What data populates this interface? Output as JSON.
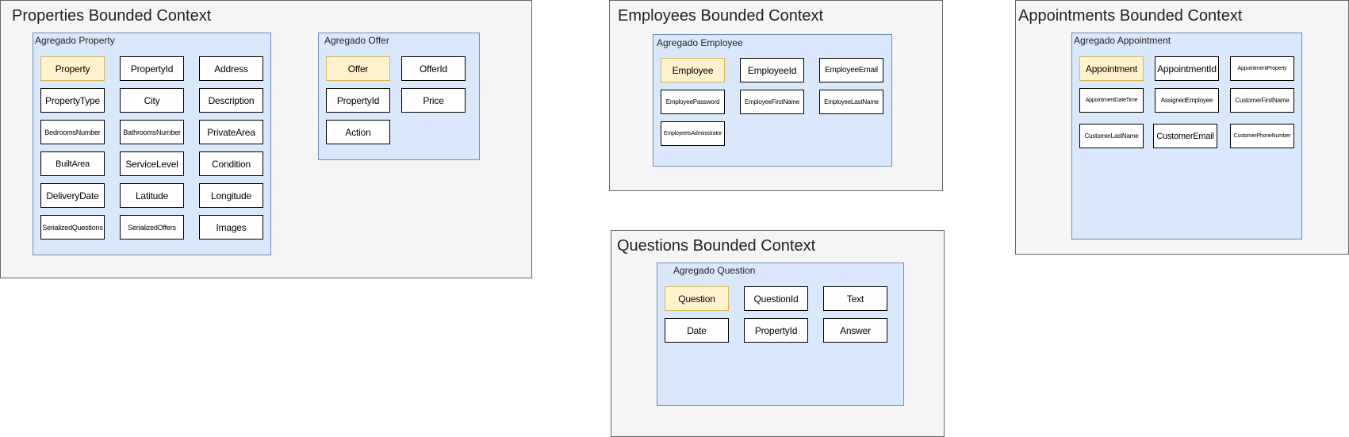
{
  "colors": {
    "context_fill": "#f5f5f5",
    "context_border": "#666666",
    "aggregate_fill": "#dae8fc",
    "aggregate_border": "#6c8ebf",
    "root_fill": "#fff2cc",
    "root_border": "#d6b656"
  },
  "properties": {
    "title": "Properties Bounded Context",
    "property": {
      "title": "Agregado Property",
      "entities": [
        "Property",
        "PropertyId",
        "Address",
        "PropertyType",
        "City",
        "Description",
        "BedroomsNumber",
        "BathroomsNumber",
        "PrivateArea",
        "BuiltArea",
        "ServiceLevel",
        "Condition",
        "DeliveryDate",
        "Latitude",
        "Longitude",
        "SerializedQuestions",
        "SerializedOffers",
        "Images"
      ]
    },
    "offer": {
      "title": "Agregado Offer",
      "entities": [
        "Offer",
        "OfferId",
        "PropertyId",
        "Price",
        "Action"
      ]
    }
  },
  "employees": {
    "title": "Employees Bounded Context",
    "employee": {
      "title": "Agregado Employee",
      "entities": [
        "Employee",
        "EmployeeId",
        "EmployeeEmail",
        "EmployeePassword",
        "EmployeeFirstName",
        "EmployeeLastName",
        "EmployeeIsAdministrator"
      ]
    }
  },
  "questions": {
    "title": "Questions Bounded Context",
    "question": {
      "title": "Agregado Question",
      "entities": [
        "Question",
        "QuestionId",
        "Text",
        "Date",
        "PropertyId",
        "Answer"
      ]
    }
  },
  "appointments": {
    "title": "Appointments Bounded Context",
    "appointment": {
      "title": "Agregado Appointment",
      "entities": [
        "Appointment",
        "AppointmentId",
        "AppointmentProperty",
        "AppointmentDateTime",
        "AssignedEmployee",
        "CustomerFirstName",
        "CustomerLastName",
        "CustomerEmail",
        "CustomerPhoneNumber"
      ]
    }
  }
}
